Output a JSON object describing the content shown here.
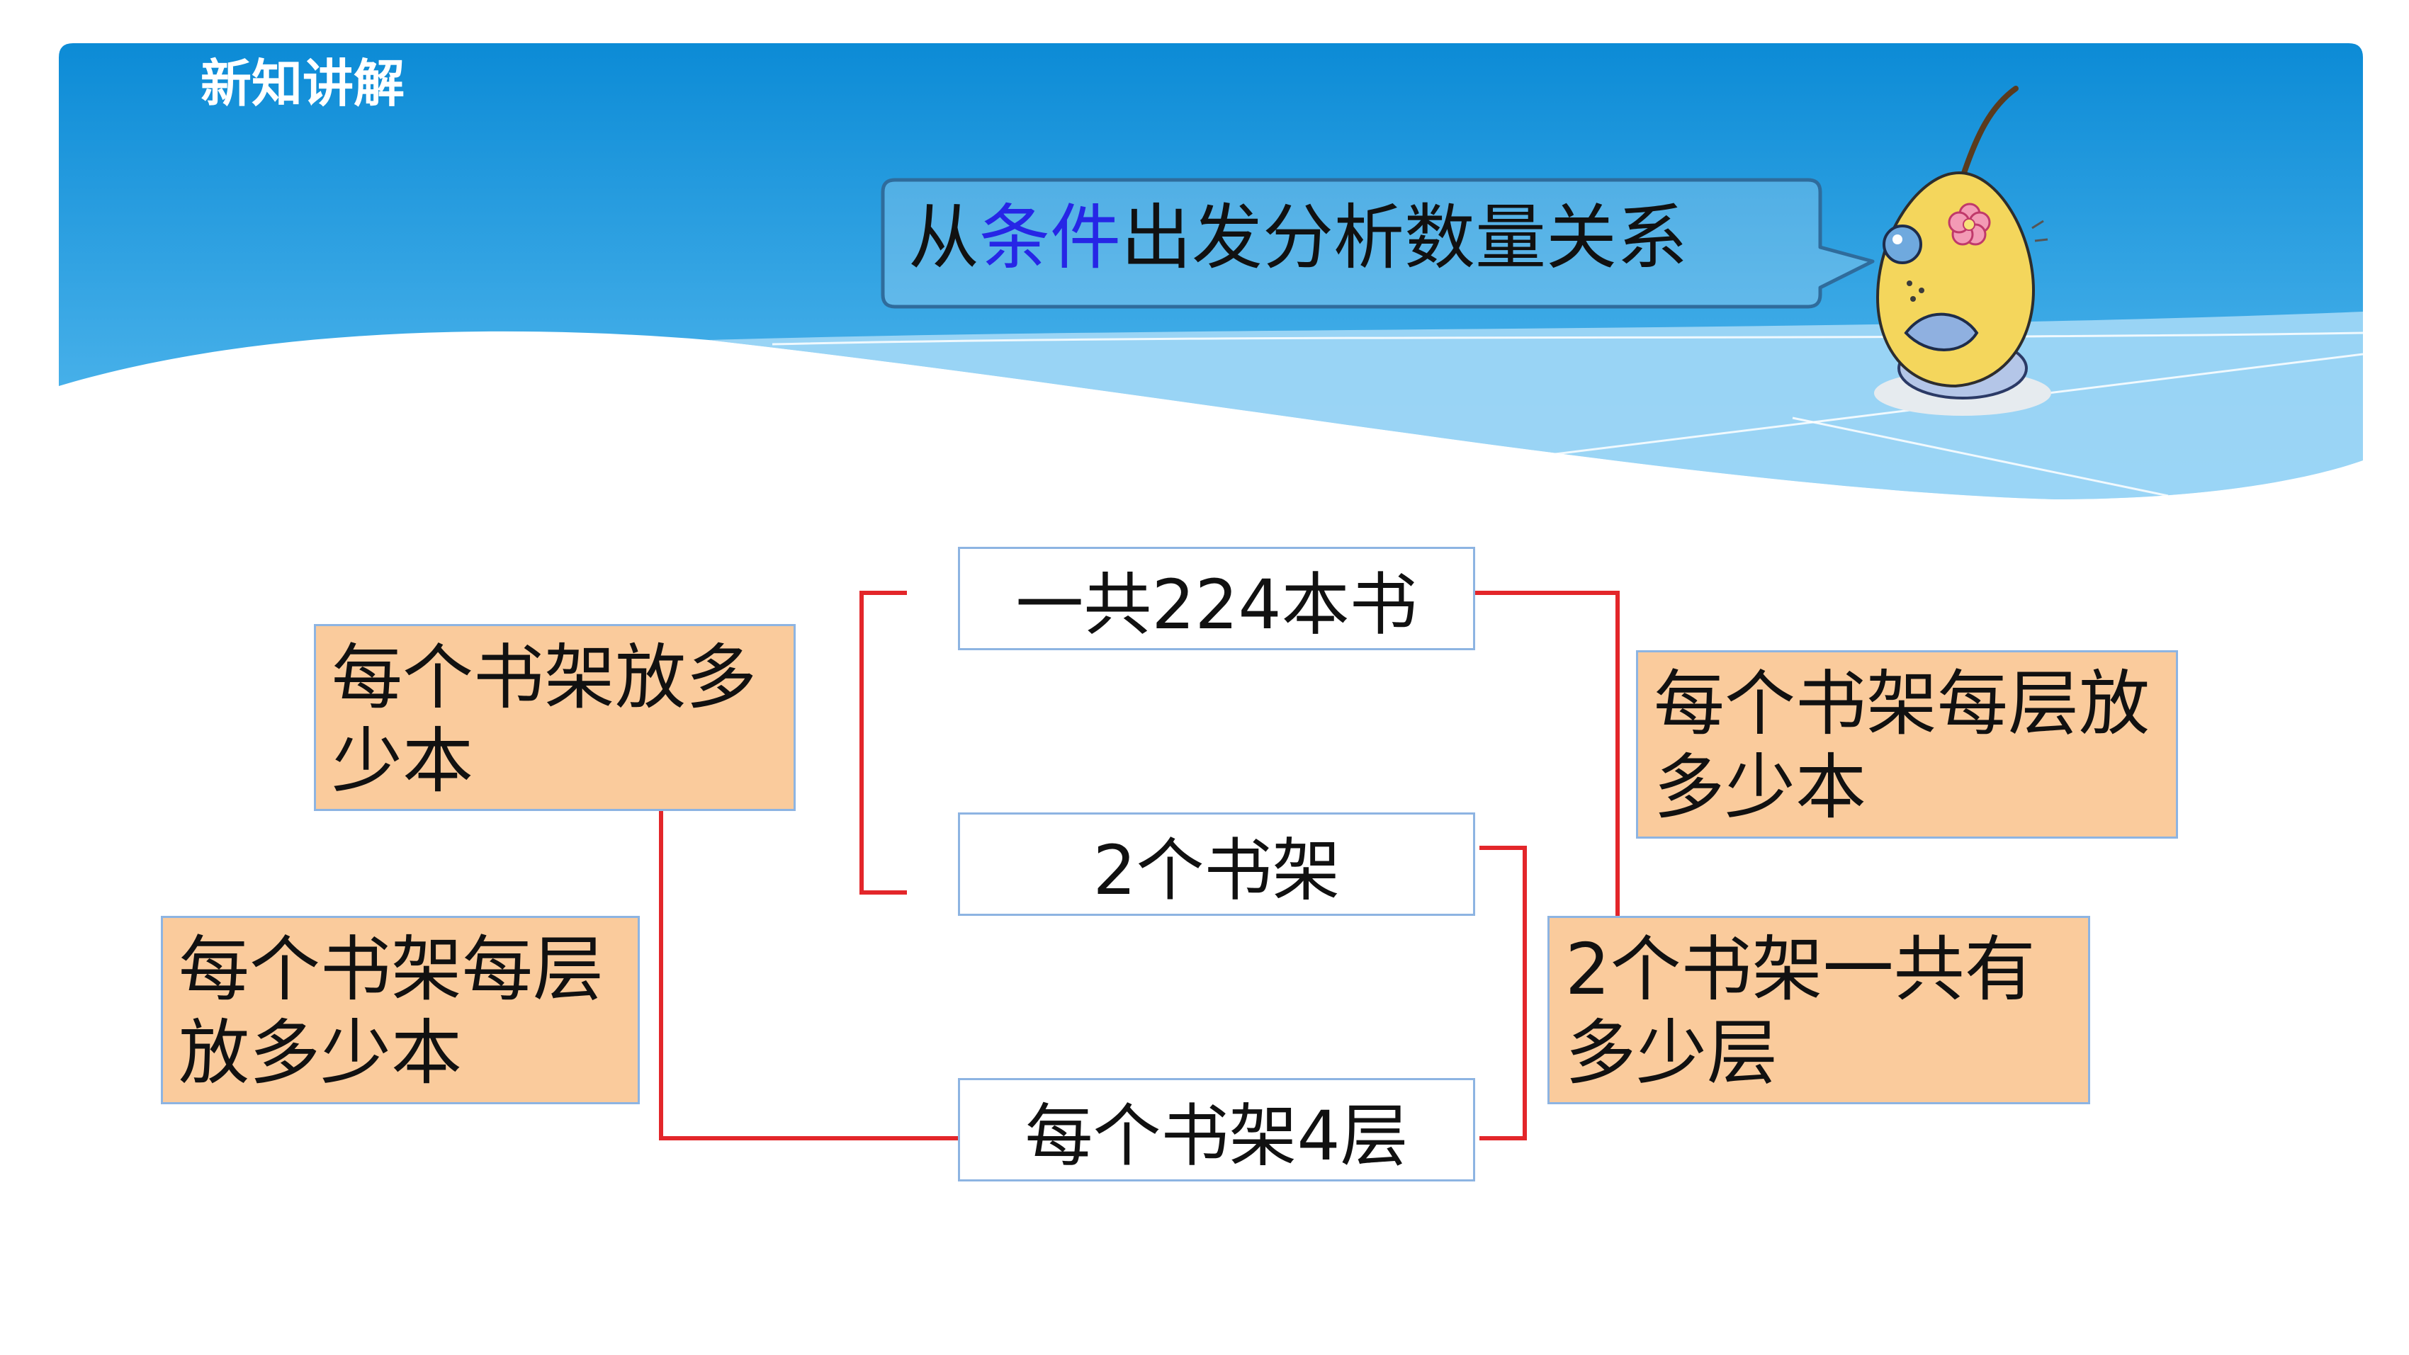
{
  "header": {
    "title": "新知讲解"
  },
  "bubble": {
    "prefix": "从",
    "highlight": "条件",
    "suffix": "出发分析数量关系",
    "highlight_color": "#2626E6"
  },
  "conditions": [
    {
      "label": "一共224本书"
    },
    {
      "label": "2个书架"
    },
    {
      "label": "每个书架4层"
    }
  ],
  "questions": {
    "books_per_shelf": {
      "lines": [
        "每个书架放多",
        "少本"
      ]
    },
    "books_per_layer_left": {
      "lines": [
        "每个书架每层",
        "放多少本"
      ]
    },
    "books_per_layer_right": {
      "lines": [
        "每个书架每层放",
        "多少本"
      ]
    },
    "total_layers": {
      "lines": [
        "2个书架一共有",
        "多少层"
      ]
    }
  },
  "colors": {
    "connector": "#E3262A",
    "question_fill": "#FACB9C",
    "box_border": "#8DB4E2",
    "banner_top": "#0C8BD6",
    "banner_bottom": "#5BBDF0"
  }
}
